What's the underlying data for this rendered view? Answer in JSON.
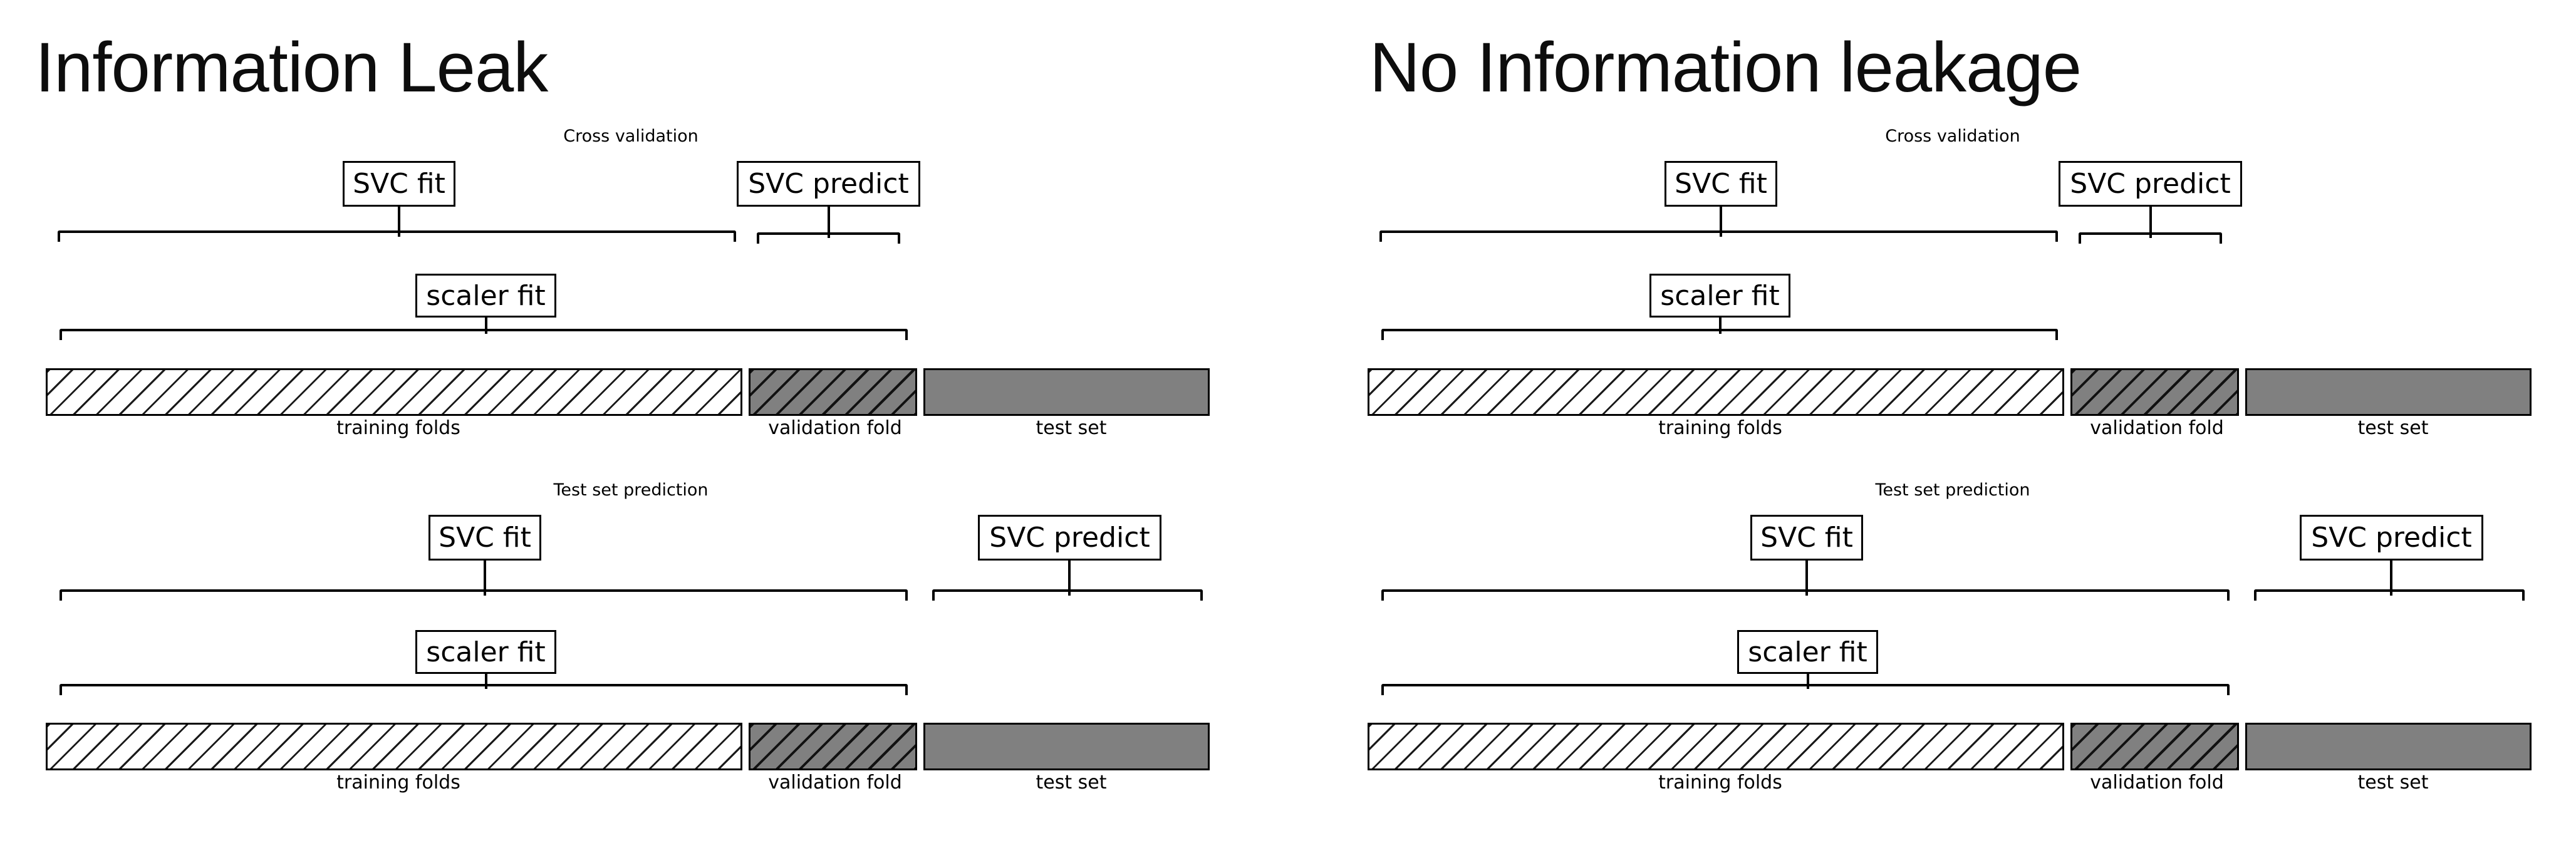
{
  "colors": {
    "background": "#ffffff",
    "bar_white": "#ffffff",
    "bar_grey": "#808080",
    "edge": "#000000",
    "text": "#000000"
  },
  "panels": [
    {
      "title": "Information Leak",
      "diagrams": [
        {
          "caption": "Cross validation",
          "boxes": {
            "svc_fit": "SVC fit",
            "svc_predict": "SVC predict",
            "scaler_fit": "scaler fit"
          },
          "bar_labels": {
            "training": "training folds",
            "validation": "validation fold",
            "test": "test set"
          },
          "bracket_coverage": {
            "svc_fit": "training folds",
            "svc_predict": "validation fold",
            "scaler_fit": "training folds + validation fold"
          }
        },
        {
          "caption": "Test set prediction",
          "boxes": {
            "svc_fit": "SVC fit",
            "svc_predict": "SVC predict",
            "scaler_fit": "scaler fit"
          },
          "bar_labels": {
            "training": "training folds",
            "validation": "validation fold",
            "test": "test set"
          },
          "bracket_coverage": {
            "svc_fit": "training folds + validation fold",
            "svc_predict": "test set",
            "scaler_fit": "training folds + validation fold"
          }
        }
      ]
    },
    {
      "title": "No Information leakage",
      "diagrams": [
        {
          "caption": "Cross validation",
          "boxes": {
            "svc_fit": "SVC fit",
            "svc_predict": "SVC predict",
            "scaler_fit": "scaler fit"
          },
          "bar_labels": {
            "training": "training folds",
            "validation": "validation fold",
            "test": "test set"
          },
          "bracket_coverage": {
            "svc_fit": "training folds",
            "svc_predict": "validation fold",
            "scaler_fit": "training folds"
          }
        },
        {
          "caption": "Test set prediction",
          "boxes": {
            "svc_fit": "SVC fit",
            "svc_predict": "SVC predict",
            "scaler_fit": "scaler fit"
          },
          "bar_labels": {
            "training": "training folds",
            "validation": "validation fold",
            "test": "test set"
          },
          "bracket_coverage": {
            "svc_fit": "training folds + validation fold",
            "svc_predict": "test set",
            "scaler_fit": "training folds + validation fold"
          }
        }
      ]
    }
  ]
}
